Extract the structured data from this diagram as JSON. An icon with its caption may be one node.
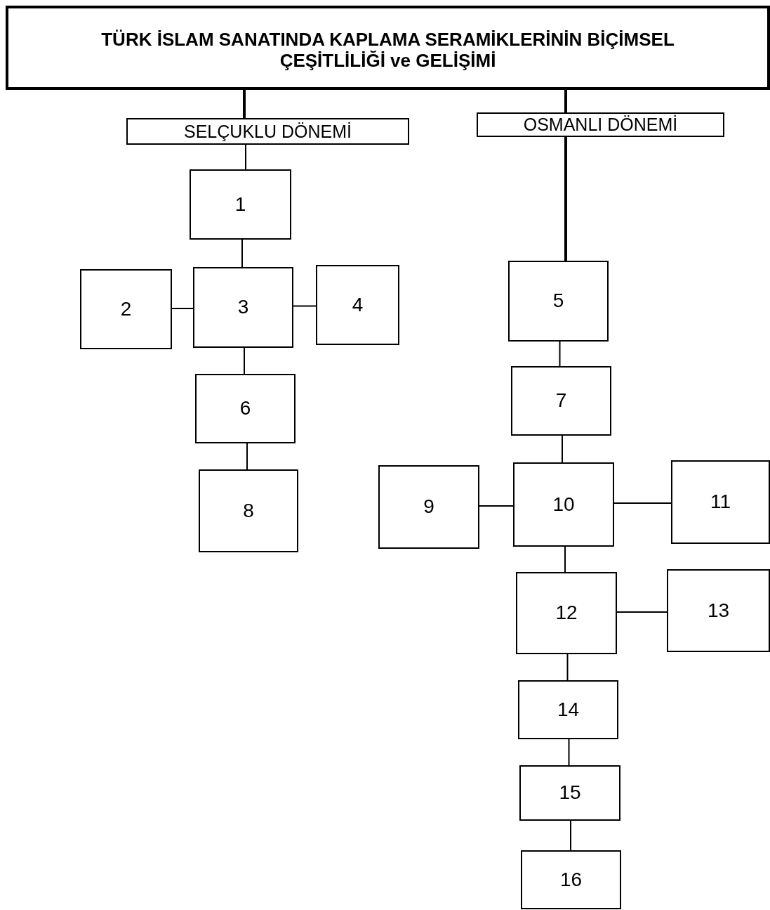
{
  "diagram": {
    "nodes": [
      {
        "text": [
          "TÜRK İSLAM SANATINDA KAPLAMA SERAMİKLERİNİN BİÇİMSEL ÇEŞİTLİLİĞİ ve GELİŞİMİ"
        ]
      },
      {
        "text": [
          "SELÇUKLU DÖNEMİ"
        ]
      },
      {
        "text": [
          "OSMANLI DÖNEMİ"
        ]
      },
      {
        "text": [
          "1"
        ]
      },
      {
        "text": [
          "2"
        ]
      },
      {
        "text": [
          "3"
        ]
      },
      {
        "text": [
          "4"
        ]
      },
      {
        "text": [
          "5"
        ]
      },
      {
        "text": [
          "6"
        ]
      },
      {
        "text": [
          "7"
        ]
      },
      {
        "text": [
          "8"
        ]
      },
      {
        "text": [
          "9"
        ]
      },
      {
        "text": [
          "10"
        ]
      },
      {
        "text": [
          "11"
        ]
      },
      {
        "text": [
          "12"
        ]
      },
      {
        "text": [
          "13"
        ]
      },
      {
        "text": [
          "14"
        ]
      },
      {
        "text": [
          "15"
        ]
      },
      {
        "text": [
          "16"
        ]
      }
    ],
    "edges": [
      {
        "from": 0,
        "to": 1,
        "arrow": "none",
        "style": "thick"
      },
      {
        "from": 0,
        "to": 2,
        "arrow": "none",
        "style": "thick"
      },
      {
        "from": 1,
        "to": 3,
        "arrow": "none"
      },
      {
        "from": 3,
        "to": 5,
        "arrow": "none"
      },
      {
        "from": 5,
        "to": 4,
        "arrow": "none"
      },
      {
        "from": 5,
        "to": 6,
        "arrow": "none"
      },
      {
        "from": 5,
        "to": 8,
        "arrow": "none"
      },
      {
        "from": 8,
        "to": 10,
        "arrow": "none"
      },
      {
        "from": 2,
        "to": 7,
        "arrow": "none",
        "style": "thick"
      },
      {
        "from": 7,
        "to": 9,
        "arrow": "none"
      },
      {
        "from": 9,
        "to": 12,
        "arrow": "none"
      },
      {
        "from": 12,
        "to": 11,
        "arrow": "none"
      },
      {
        "from": 12,
        "to": 13,
        "arrow": "none"
      },
      {
        "from": 12,
        "to": 14,
        "arrow": "none"
      },
      {
        "from": 14,
        "to": 15,
        "arrow": "none"
      },
      {
        "from": 14,
        "to": 16,
        "arrow": "none"
      },
      {
        "from": 16,
        "to": 17,
        "arrow": "none"
      },
      {
        "from": 17,
        "to": 18,
        "arrow": "none"
      }
    ]
  }
}
